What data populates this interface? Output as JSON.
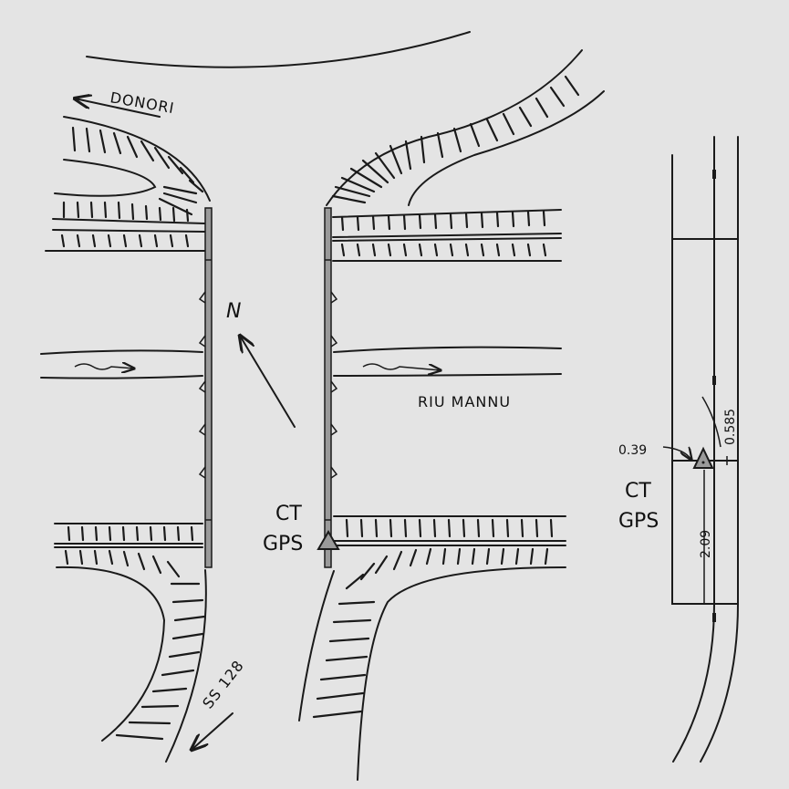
{
  "labels": {
    "donori": "DONORI",
    "riu_mannu": "RIU MANNU",
    "ss128": "SS 128",
    "north": "N",
    "ct": "CT",
    "gps": "GPS",
    "detail_ct": "CT",
    "detail_gps": "GPS"
  },
  "dimensions": {
    "d039": "0.39",
    "d0585": "0.585",
    "d209": "2.09"
  }
}
